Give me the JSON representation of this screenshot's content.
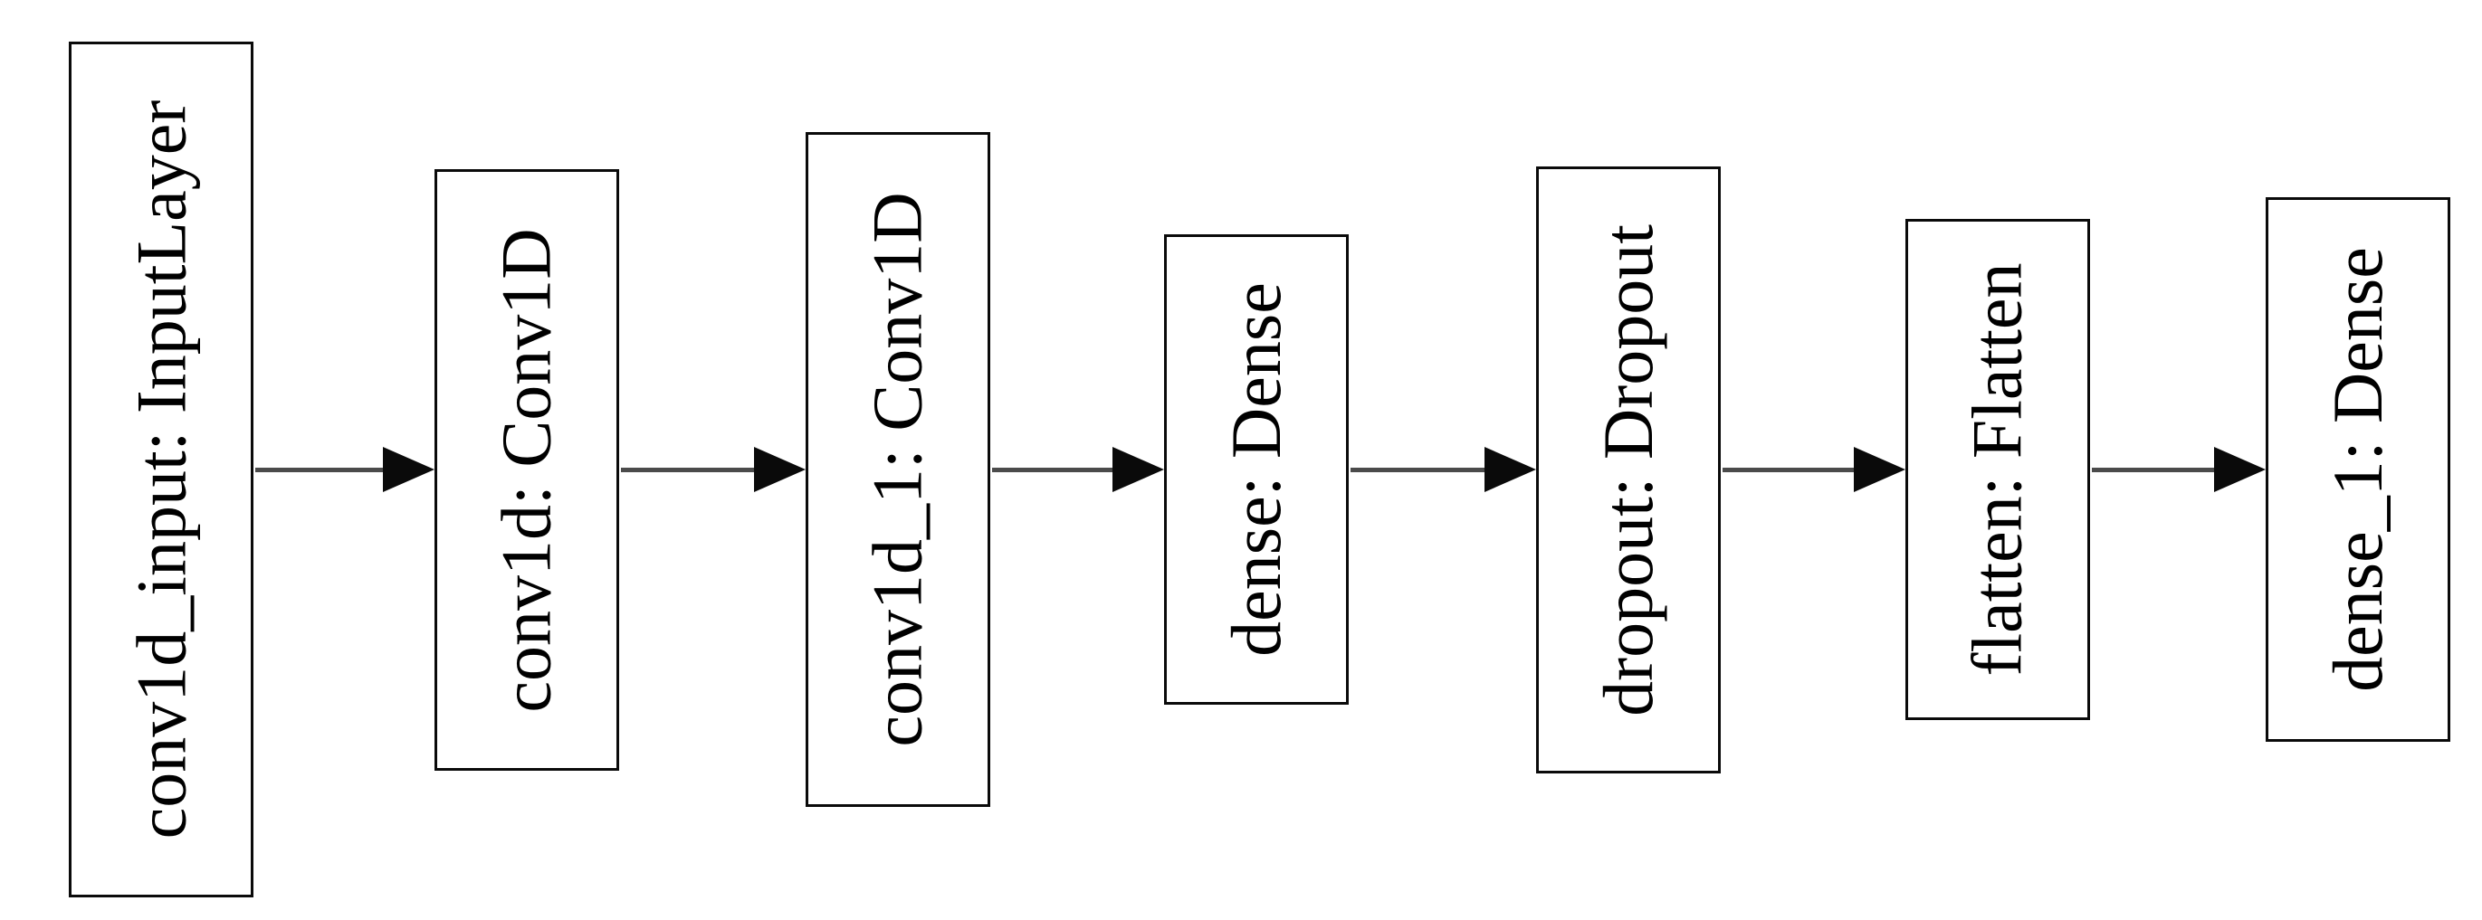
{
  "diagram": {
    "kind": "neural-network-layer-graph",
    "direction": "left-to-right",
    "colors": {
      "background": "#ffffff",
      "node_border": "#0a0a0a",
      "node_fill": "#ffffff",
      "text": "#000000",
      "arrow_shaft": "#4b4b4b",
      "arrow_head": "#0a0a0a"
    },
    "nodes": [
      {
        "label": "conv1d_input: InputLayer",
        "layer_name": "conv1d_input",
        "layer_type": "InputLayer"
      },
      {
        "label": "conv1d: Conv1D",
        "layer_name": "conv1d",
        "layer_type": "Conv1D"
      },
      {
        "label": "conv1d_1: Conv1D",
        "layer_name": "conv1d_1",
        "layer_type": "Conv1D"
      },
      {
        "label": "dense: Dense",
        "layer_name": "dense",
        "layer_type": "Dense"
      },
      {
        "label": "dropout: Dropout",
        "layer_name": "dropout",
        "layer_type": "Dropout"
      },
      {
        "label": "flatten: Flatten",
        "layer_name": "flatten",
        "layer_type": "Flatten"
      },
      {
        "label": "dense_1: Dense",
        "layer_name": "dense_1",
        "layer_type": "Dense"
      }
    ],
    "edges": [
      {
        "from": "conv1d_input",
        "to": "conv1d"
      },
      {
        "from": "conv1d",
        "to": "conv1d_1"
      },
      {
        "from": "conv1d_1",
        "to": "dense"
      },
      {
        "from": "dense",
        "to": "dropout"
      },
      {
        "from": "dropout",
        "to": "flatten"
      },
      {
        "from": "flatten",
        "to": "dense_1"
      }
    ]
  }
}
